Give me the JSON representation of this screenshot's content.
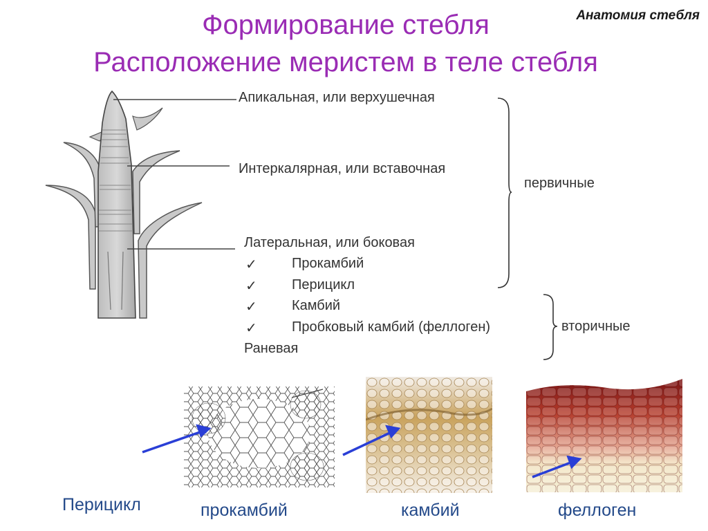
{
  "header": {
    "topic": "Анатомия стебля",
    "title_line1": "Формирование стебля",
    "title_line2": "Расположение меристем в теле стебля"
  },
  "labels": {
    "apical": "Апикальная, или верхушечная",
    "intercalary": "Интеркалярная, или вставочная",
    "lateral": "Латеральная, или боковая",
    "procambium": "Прокамбий",
    "pericycle": "Перицикл",
    "cambium": "Камбий",
    "phellogen": "Пробковый камбий (феллоген)",
    "wound": "Раневая",
    "check_mark": "✓"
  },
  "groups": {
    "primary": "первичные",
    "secondary": "вторичные"
  },
  "captions": {
    "pericycle": "Перицикл",
    "procambium": "прокамбий",
    "cambium": "камбий",
    "phellogen": "феллоген"
  },
  "colors": {
    "title": "#9a2cb4",
    "caption": "#244a8a",
    "arrow": "#2a3fd6"
  }
}
